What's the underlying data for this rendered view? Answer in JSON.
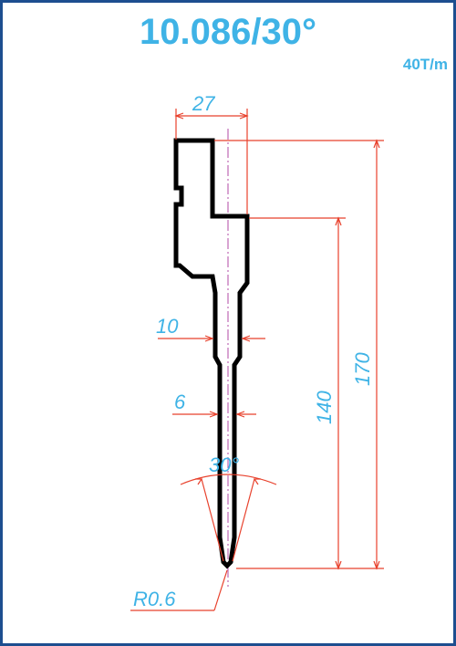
{
  "title": "10.086/30°",
  "capacity": "40T/m",
  "dimensions": {
    "width_top": "27",
    "width_mid": "10",
    "width_tip": "6",
    "angle": "30°",
    "height_total": "170",
    "height_blade": "140",
    "radius": "R0.6"
  },
  "colors": {
    "frame": "#1d4e8f",
    "title": "#3fb3e6",
    "dimension_line": "#e8412c",
    "dimension_text": "#3fb3e6",
    "profile": "#000000",
    "centerline": "#b04aa6"
  }
}
